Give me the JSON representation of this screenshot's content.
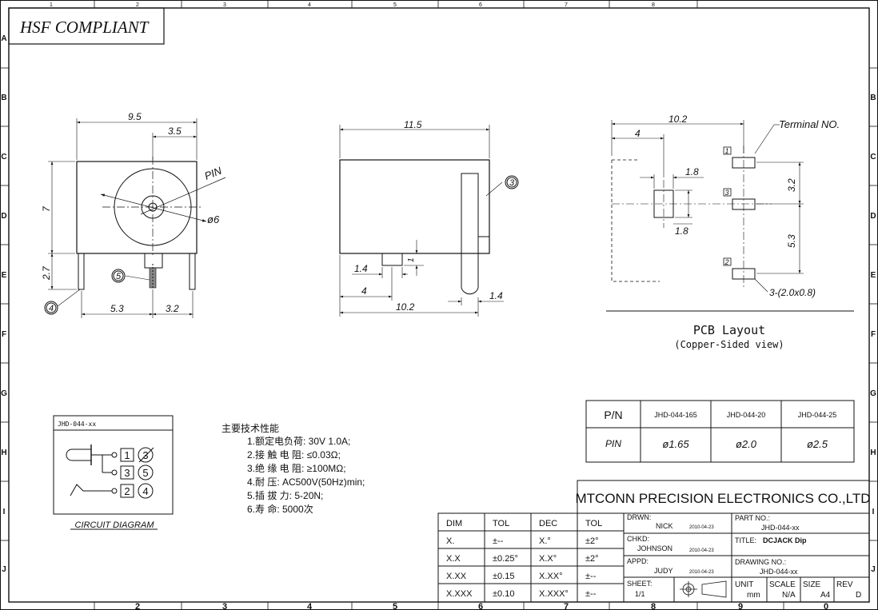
{
  "title_badge": "HSF COMPLIANT",
  "border": {
    "top_cols": [
      "1",
      "2",
      "3",
      "4",
      "5",
      "6",
      "7",
      "8"
    ],
    "bottom_cols": [
      "2",
      "3",
      "4",
      "5",
      "6",
      "7",
      "8",
      "9",
      "0"
    ],
    "rows": [
      "A",
      "B",
      "C",
      "D",
      "E",
      "F",
      "G",
      "H",
      "I",
      "J"
    ]
  },
  "front_view": {
    "dim_width": "9.5",
    "dim_offset": "3.5",
    "dim_height": "7",
    "dim_pin_len": "2.7",
    "dim_bottom_left": "5.3",
    "dim_bottom_right": "3.2",
    "pin_label": "PIN",
    "dia_label": "ø6",
    "callout_4": "4",
    "callout_5": "5"
  },
  "side_view": {
    "dim_length": "11.5",
    "callout_3": "3",
    "dim_1_4_a": "1.4",
    "dim_1": "1",
    "dim_4": "4",
    "dim_10_2": "10.2",
    "dim_1_4_b": "1.4"
  },
  "pcb": {
    "dim_10_2": "10.2",
    "dim_4": "4",
    "dim_1_8_a": "1.8",
    "dim_1_8_b": "1.8",
    "dim_3_2": "3.2",
    "dim_5_3": "5.3",
    "terminal_label": "Terminal NO.",
    "t1": "1",
    "t3": "3",
    "t2": "2",
    "pad_note": "3-(2.0x0.8)",
    "title": "PCB Layout",
    "subtitle": "(Copper-Sided view)"
  },
  "pn_table": {
    "header": [
      "P/N",
      "JHD-044-165",
      "JHD-044-20",
      "JHD-044-25"
    ],
    "row": [
      "PIN",
      "ø1.65",
      "ø2.0",
      "ø2.5"
    ]
  },
  "circuit": {
    "header": "JHD-044-xx",
    "labels": [
      "1",
      "3",
      "3",
      "5",
      "2",
      "4"
    ],
    "caption": "CIRCUIT DIAGRAM"
  },
  "specs": {
    "title": "主要技术性能",
    "lines": [
      "1.额定电负荷:  30V 1.0A;",
      "2.接 触 电 阻:  ≤0.03Ω;",
      "3.绝 缘 电 阻:  ≥100MΩ;",
      "4.耐        压:  AC500V(50Hz)min;",
      "5.插   拔   力:  5-20N;",
      "6.寿        命:  5000次"
    ]
  },
  "tol_table": {
    "header": [
      "DIM",
      "TOL",
      "DEC",
      "TOL"
    ],
    "rows": [
      [
        "X.",
        "±--",
        "X.°",
        "±2°"
      ],
      [
        "X.X",
        "±0.25°",
        "X.X°",
        "±2°"
      ],
      [
        "X.XX",
        "±0.15",
        "X.XX°",
        "±--"
      ],
      [
        "X.XXX",
        "±0.10",
        "X.XXX°",
        "±--"
      ]
    ]
  },
  "title_block": {
    "company": "MTCONN PRECISION ELECTRONICS CO.,LTD",
    "drwn_label": "DRWN:",
    "drwn_name": "NICK",
    "drwn_date": "2010-04-23",
    "chkd_label": "CHKD:",
    "chkd_name": "JOHNSON",
    "chkd_date": "2010-04-23",
    "appd_label": "APPD:",
    "appd_name": "JUDY",
    "appd_date": "2010-04-23",
    "sheet_label": "SHEET:",
    "sheet_value": "1/1",
    "part_label": "PART NO.:",
    "part_value": "JHD-044-xx",
    "title_label": "TITLE:",
    "title_value": "DCJACK Dip",
    "drawing_label": "DRAWING NO.:",
    "drawing_value": "JHD-044-xx",
    "unit_label": "UNIT",
    "unit_value": "mm",
    "scale_label": "SCALE",
    "scale_value": "N/A",
    "size_label": "SIZE",
    "size_value": "A4",
    "rev_label": "REV",
    "rev_value": "D"
  }
}
